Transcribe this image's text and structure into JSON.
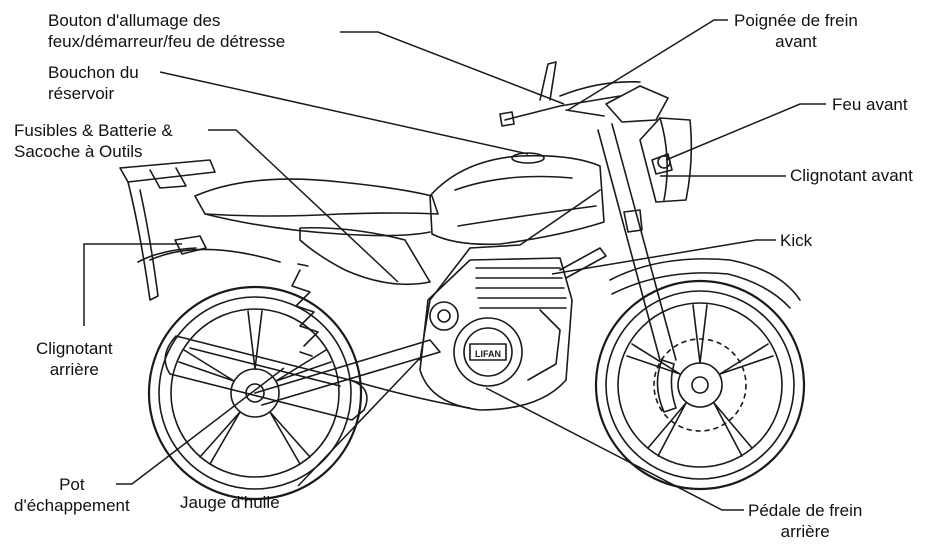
{
  "colors": {
    "ink": "#1a1a1a",
    "background": "#ffffff"
  },
  "labels": {
    "bouton": {
      "line1": "Bouton d'allumage des",
      "line2": "feux/démarreur/feu de détresse"
    },
    "bouchon": {
      "line1": "Bouchon du",
      "line2": "réservoir"
    },
    "fusibles": {
      "line1": "Fusibles & Batterie &",
      "line2": "Sacoche à Outils"
    },
    "clignotant_arriere": {
      "line1": "Clignotant",
      "line2": "arrière"
    },
    "pot": {
      "line1": "Pot",
      "line2": "d'échappement"
    },
    "jauge": {
      "line1": "Jauge d'huile"
    },
    "poignee": {
      "line1": "Poignée de frein",
      "line2": "avant"
    },
    "feu_avant": {
      "line1": "Feu avant"
    },
    "clignotant_avant": {
      "line1": "Clignotant avant"
    },
    "kick": {
      "line1": "Kick"
    },
    "pedale": {
      "line1": "Pédale de frein",
      "line2": "arrière"
    }
  },
  "engine_badge": "LIFAN"
}
